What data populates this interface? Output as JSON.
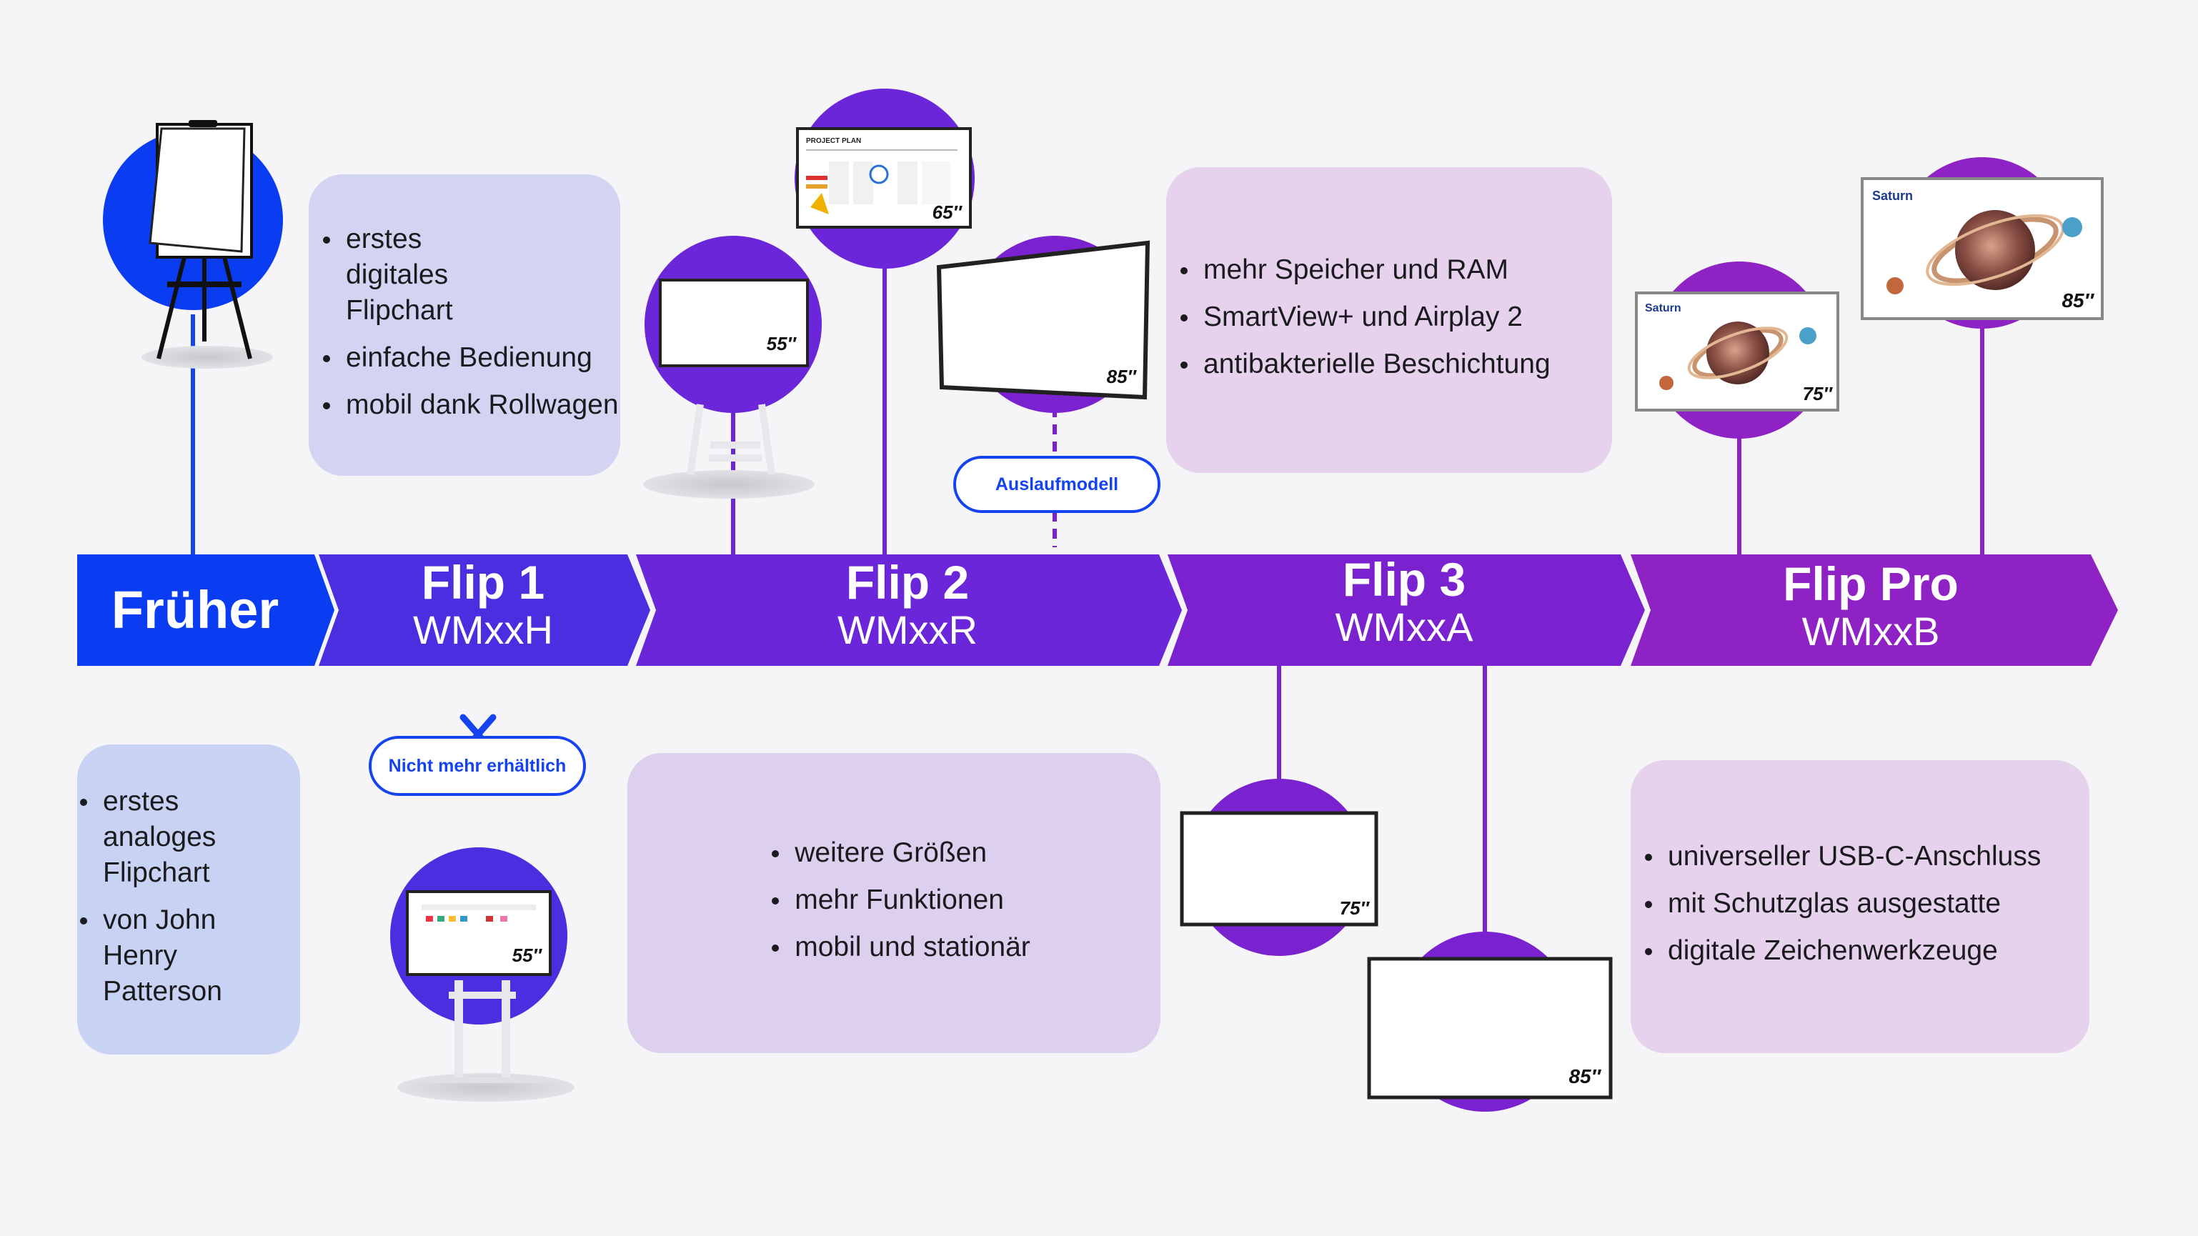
{
  "colors": {
    "background": "#f5f5f7",
    "blue": "#0a3cf2",
    "indigo": "#4a2ee0",
    "purple": "#6b26d9",
    "violet": "#7a22cf",
    "magenta": "#8f22c4",
    "box_lavender": "#d2d4f2",
    "box_lilac": "#dcd0ee",
    "box_pink": "#e6d2ed",
    "box_blue": "#c8d3f3"
  },
  "icons": [
    "flipchart-icon",
    "display-icon",
    "stand-icon",
    "x-mark-icon",
    "saturn-image-icon"
  ],
  "timeline": {
    "segments": [
      {
        "title": "Früher",
        "subtitle": ""
      },
      {
        "title": "Flip 1",
        "subtitle": "WMxxH"
      },
      {
        "title": "Flip 2",
        "subtitle": "WMxxR"
      },
      {
        "title": "Flip 3",
        "subtitle": "WMxxA"
      },
      {
        "title": "Flip Pro",
        "subtitle": "WMxxB"
      }
    ]
  },
  "features": {
    "frueher": [
      "erstes analoges Flipchart",
      "von John Henry Patterson"
    ],
    "flip1": [
      "erstes digitales Flipchart",
      "einfache Bedienung",
      "mobil dank Rollwagen"
    ],
    "flip2": [
      "weitere Größen",
      "mehr Funktionen",
      "mobil und stationär"
    ],
    "flip3": [
      "mehr Speicher und RAM",
      "SmartView+ und Airplay 2",
      "antibakterielle Beschichtung"
    ],
    "flippro": [
      "universeller USB-C-Anschluss",
      "mit Schutzglas ausgestatte",
      "digitale Zeichenwerkzeuge"
    ]
  },
  "badges": {
    "discontinued": "Nicht mehr erhältlich",
    "phase_out": "Auslaufmodell"
  },
  "devices": {
    "flip1_top": "55″",
    "flip1_bottom": "55″",
    "flip2_small": "65″",
    "flip2_large": "85″",
    "flip3_small": "75″",
    "flip3_large": "85″",
    "flippro_small": "75″",
    "flippro_large": "85″"
  },
  "screen_text": {
    "project_plan": "PROJECT PLAN",
    "saturn": "Saturn"
  }
}
